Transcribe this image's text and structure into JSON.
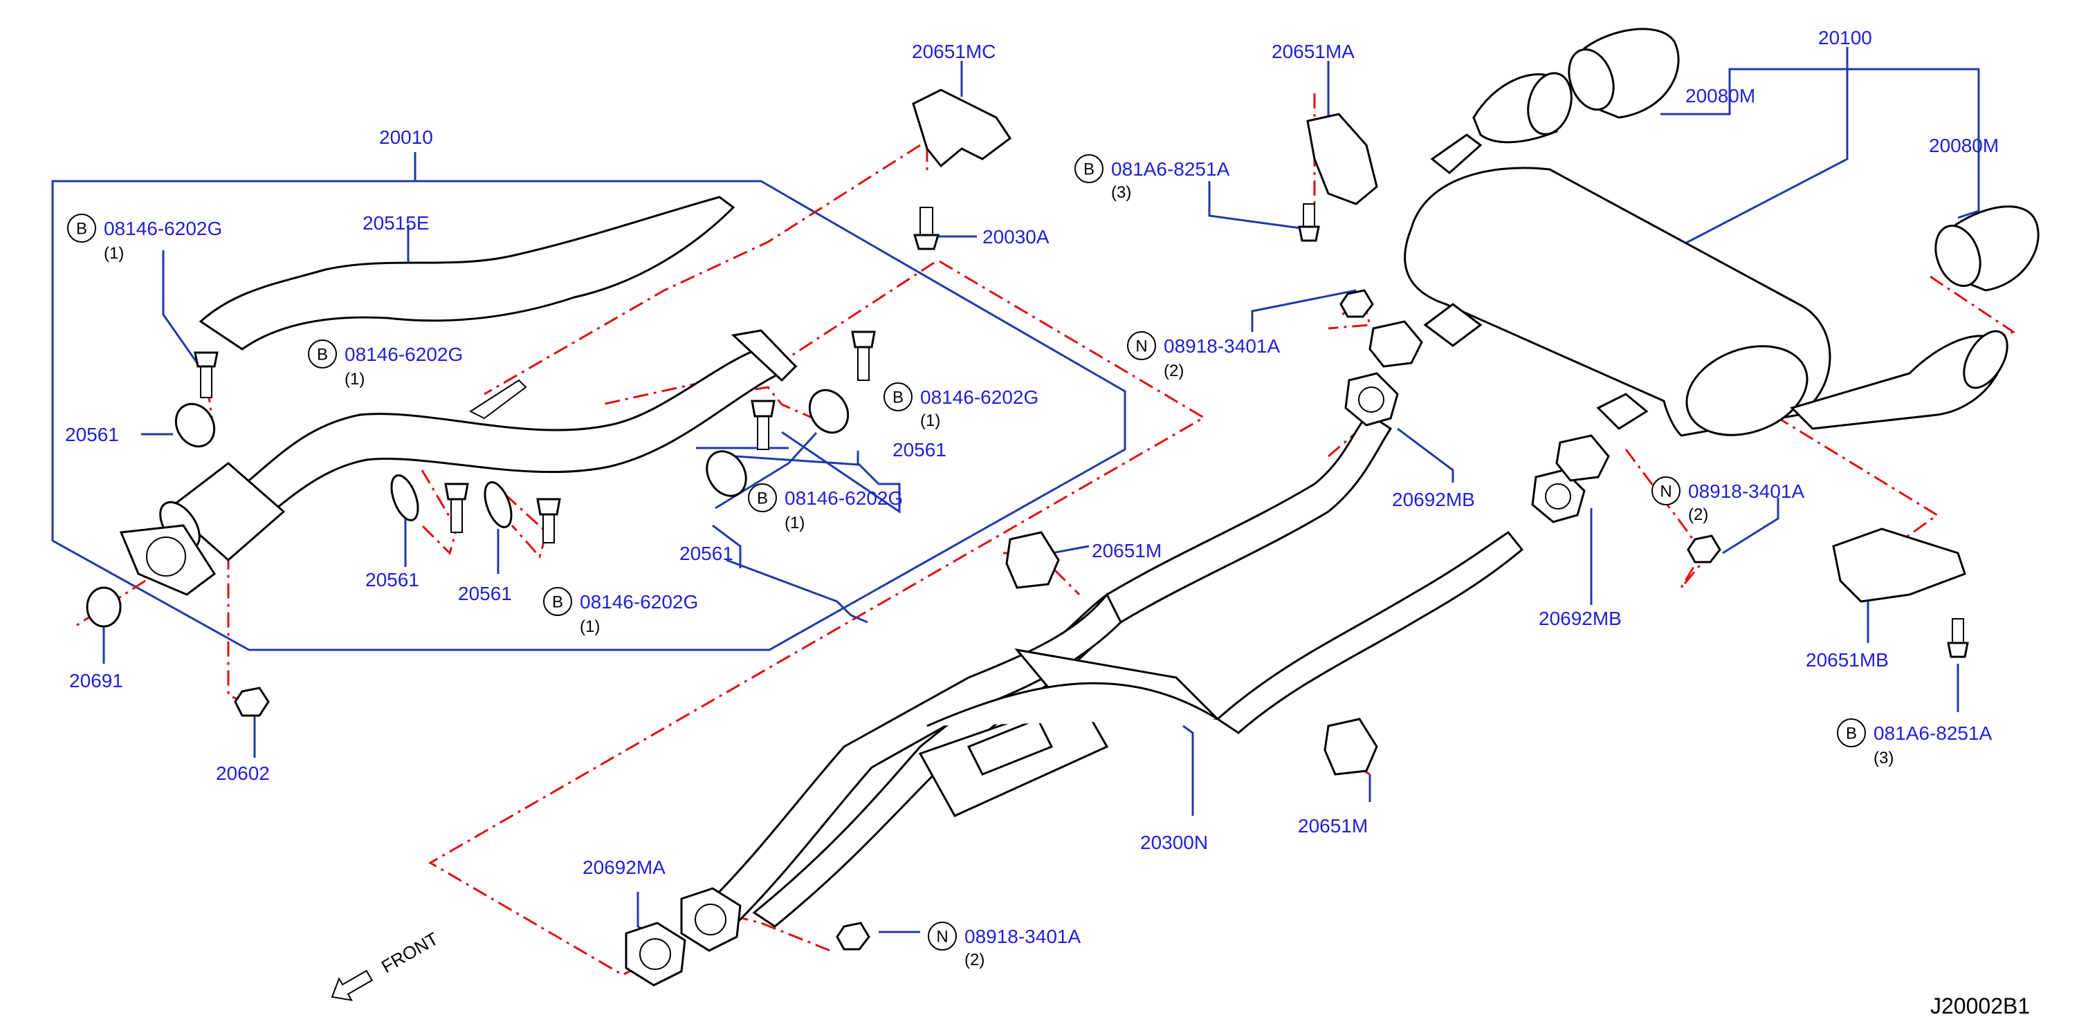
{
  "diagram_id": "J20002B1",
  "front_label": "FRONT",
  "prefix": {
    "B": "B",
    "N": "N"
  },
  "labels": {
    "p20010": "20010",
    "p20515E": "20515E",
    "p20651MC": "20651MC",
    "p20030A": "20030A",
    "p20651MA": "20651MA",
    "p20100": "20100",
    "p20080M_a": "20080M",
    "p20080M_b": "20080M",
    "p20561_a": "20561",
    "p20561_b": "20561",
    "p20561_c": "20561",
    "p20561_d": "20561",
    "p20561_e": "20561",
    "p20691": "20691",
    "p20602": "20602",
    "p20692MB_a": "20692MB",
    "p20692MB_b": "20692MB",
    "p20651M_a": "20651M",
    "p20651M_b": "20651M",
    "p20300N": "20300N",
    "p20692MA": "20692MA",
    "p20651MB": "20651MB"
  },
  "callouts": {
    "b1": {
      "code": "08146-6202G",
      "qty": "(1)"
    },
    "b2": {
      "code": "08146-6202G",
      "qty": "(1)"
    },
    "b3": {
      "code": "08146-6202G",
      "qty": "(1)"
    },
    "b4": {
      "code": "08146-6202G",
      "qty": "(1)"
    },
    "b5": {
      "code": "08146-6202G",
      "qty": "(1)"
    },
    "b6": {
      "code": "081A6-8251A",
      "qty": "(3)"
    },
    "b7": {
      "code": "081A6-8251A",
      "qty": "(3)"
    },
    "n1": {
      "code": "08918-3401A",
      "qty": "(2)"
    },
    "n2": {
      "code": "08918-3401A",
      "qty": "(2)"
    },
    "n3": {
      "code": "08918-3401A",
      "qty": "(2)"
    }
  }
}
